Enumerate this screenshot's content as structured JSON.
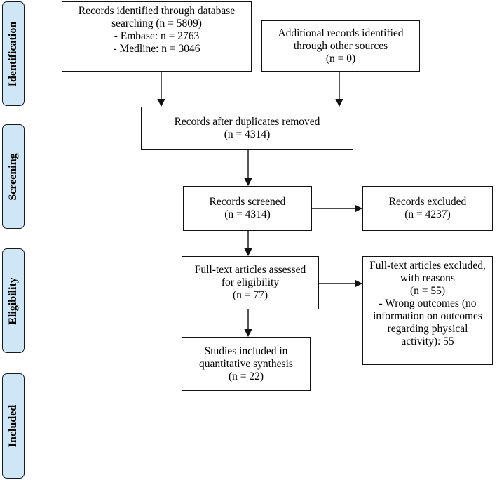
{
  "phases": [
    {
      "id": "identification",
      "label": "Identification"
    },
    {
      "id": "screening",
      "label": "Screening"
    },
    {
      "id": "eligibility",
      "label": "Eligibility"
    },
    {
      "id": "included",
      "label": "Included"
    }
  ],
  "boxes": {
    "database_search": {
      "lines": [
        "Records identified through database",
        "searching (n = 5809)",
        "- Embase: n = 2763",
        "- Medline: n = 3046"
      ]
    },
    "other_sources": {
      "lines": [
        "Additional records identified",
        "through other sources",
        "(n = 0)"
      ]
    },
    "duplicates_removed": {
      "lines": [
        "Records after duplicates removed",
        "(n = 4314)"
      ]
    },
    "screened": {
      "lines": [
        "Records screened",
        "(n = 4314)"
      ]
    },
    "excluded": {
      "lines": [
        "Records excluded",
        "(n = 4237)"
      ]
    },
    "fulltext_assessed": {
      "lines": [
        "Full-text articles assessed",
        "for eligibility",
        "(n = 77)"
      ]
    },
    "fulltext_excluded": {
      "lines": [
        "Full-text articles excluded,",
        "with reasons",
        "(n = 55)",
        "- Wrong outcomes (no",
        "information on outcomes",
        "regarding physical",
        "activity): 55"
      ]
    },
    "included_studies": {
      "lines": [
        "Studies included in",
        "quantitative synthesis",
        "(n = 22)"
      ]
    }
  },
  "colors": {
    "phase_fill": "#cfe6f7",
    "line": "#111111"
  }
}
